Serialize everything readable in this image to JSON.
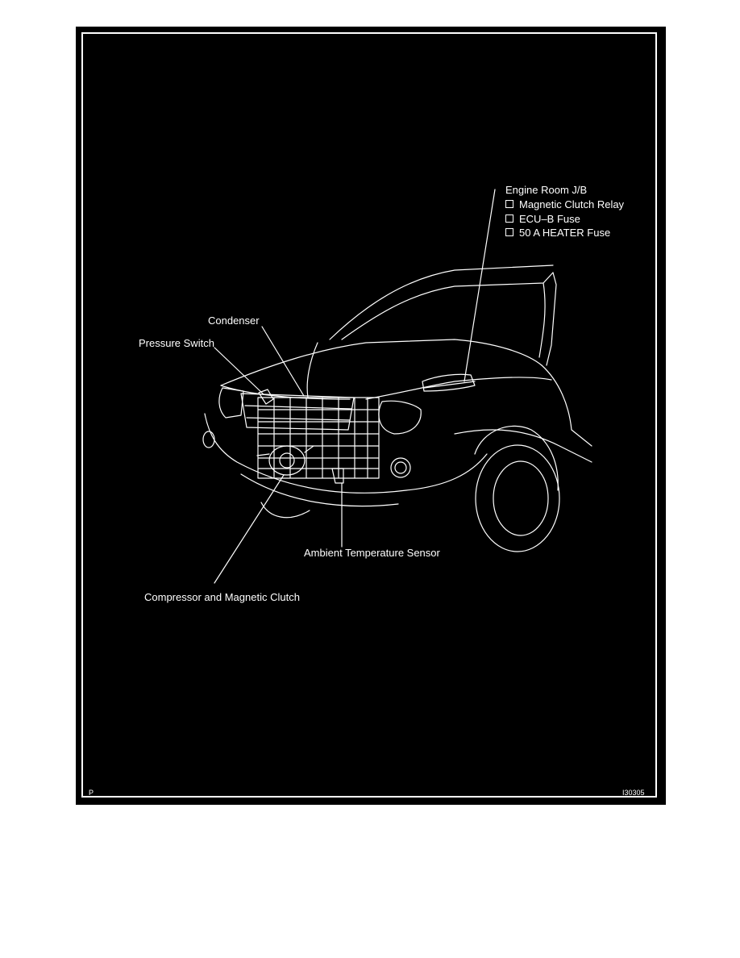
{
  "figure": {
    "background": "#000000",
    "line_color": "#ffffff",
    "labels": {
      "engine_room_jb": "Engine Room J/B",
      "condenser": "Condenser",
      "pressure_switch": "Pressure Switch",
      "ambient_temperature_sensor": "Ambient Temperature Sensor",
      "compressor": "Compressor and Magnetic Clutch"
    },
    "engine_room_items": [
      "Magnetic Clutch Relay",
      "ECU–B Fuse",
      "50 A HEATER Fuse"
    ],
    "corner_left": "P",
    "figure_id": "I30305"
  }
}
